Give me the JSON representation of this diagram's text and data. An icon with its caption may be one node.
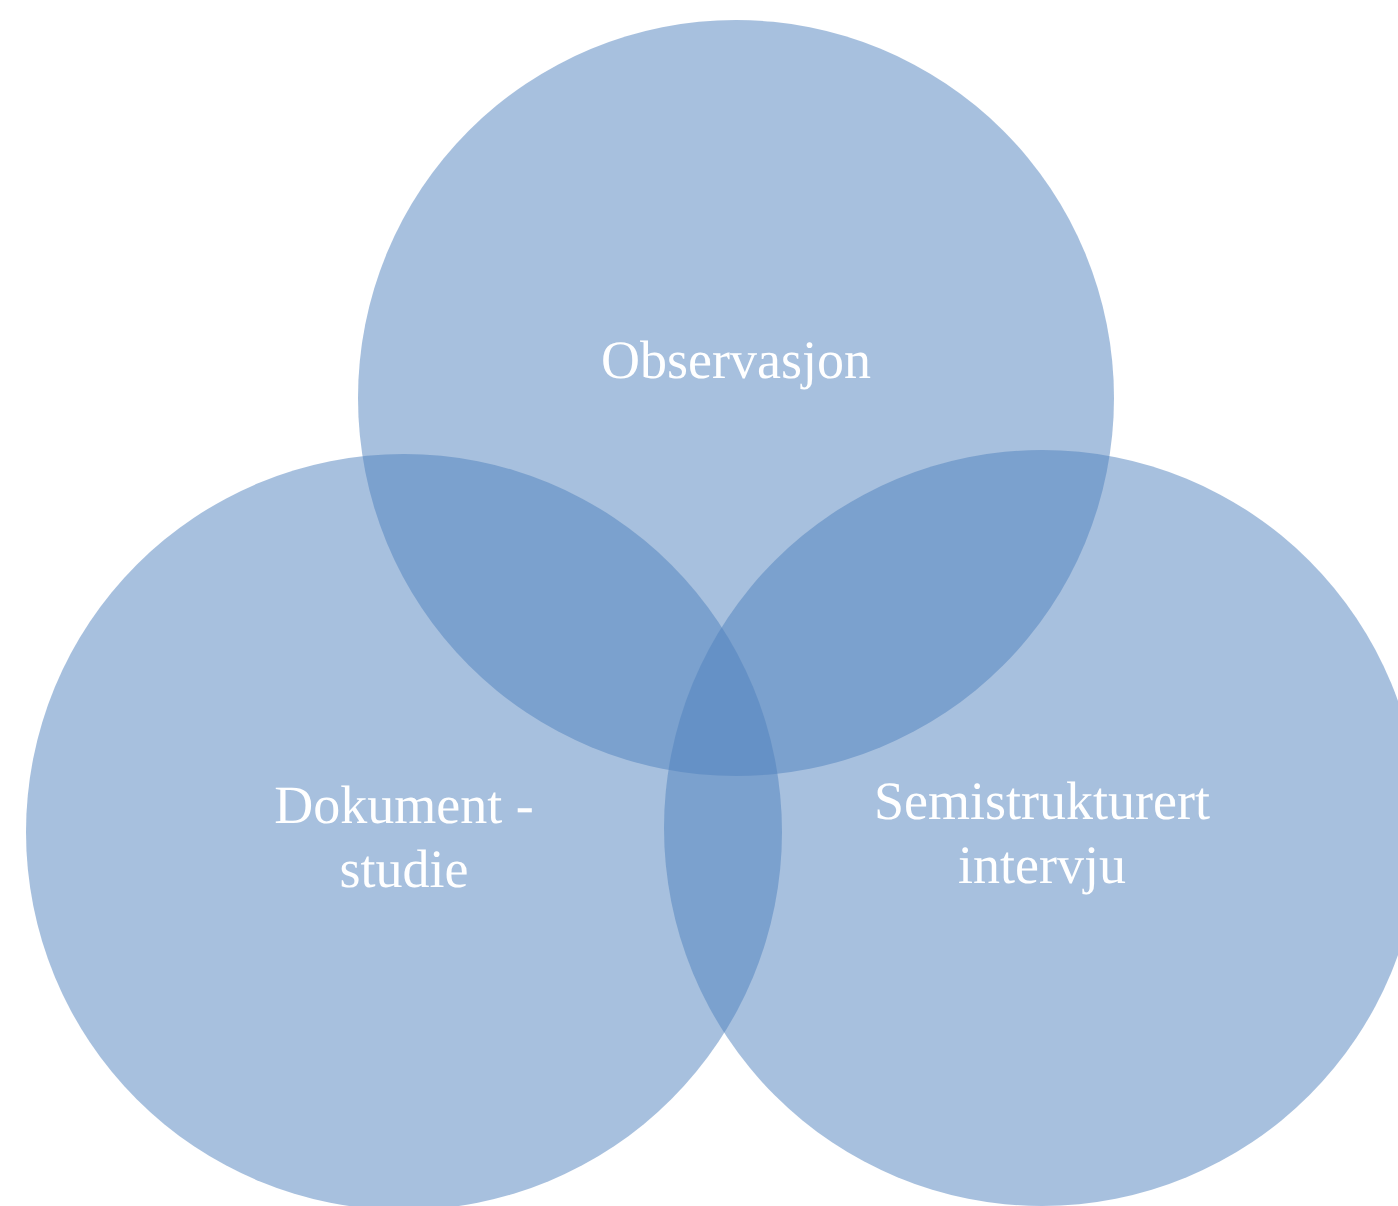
{
  "diagram": {
    "nodes": [
      {
        "text": [
          "Observasjon"
        ]
      },
      {
        "text": [
          "Dokument -studie"
        ]
      },
      {
        "text": [
          "Semistrukturert intervju"
        ]
      }
    ]
  }
}
